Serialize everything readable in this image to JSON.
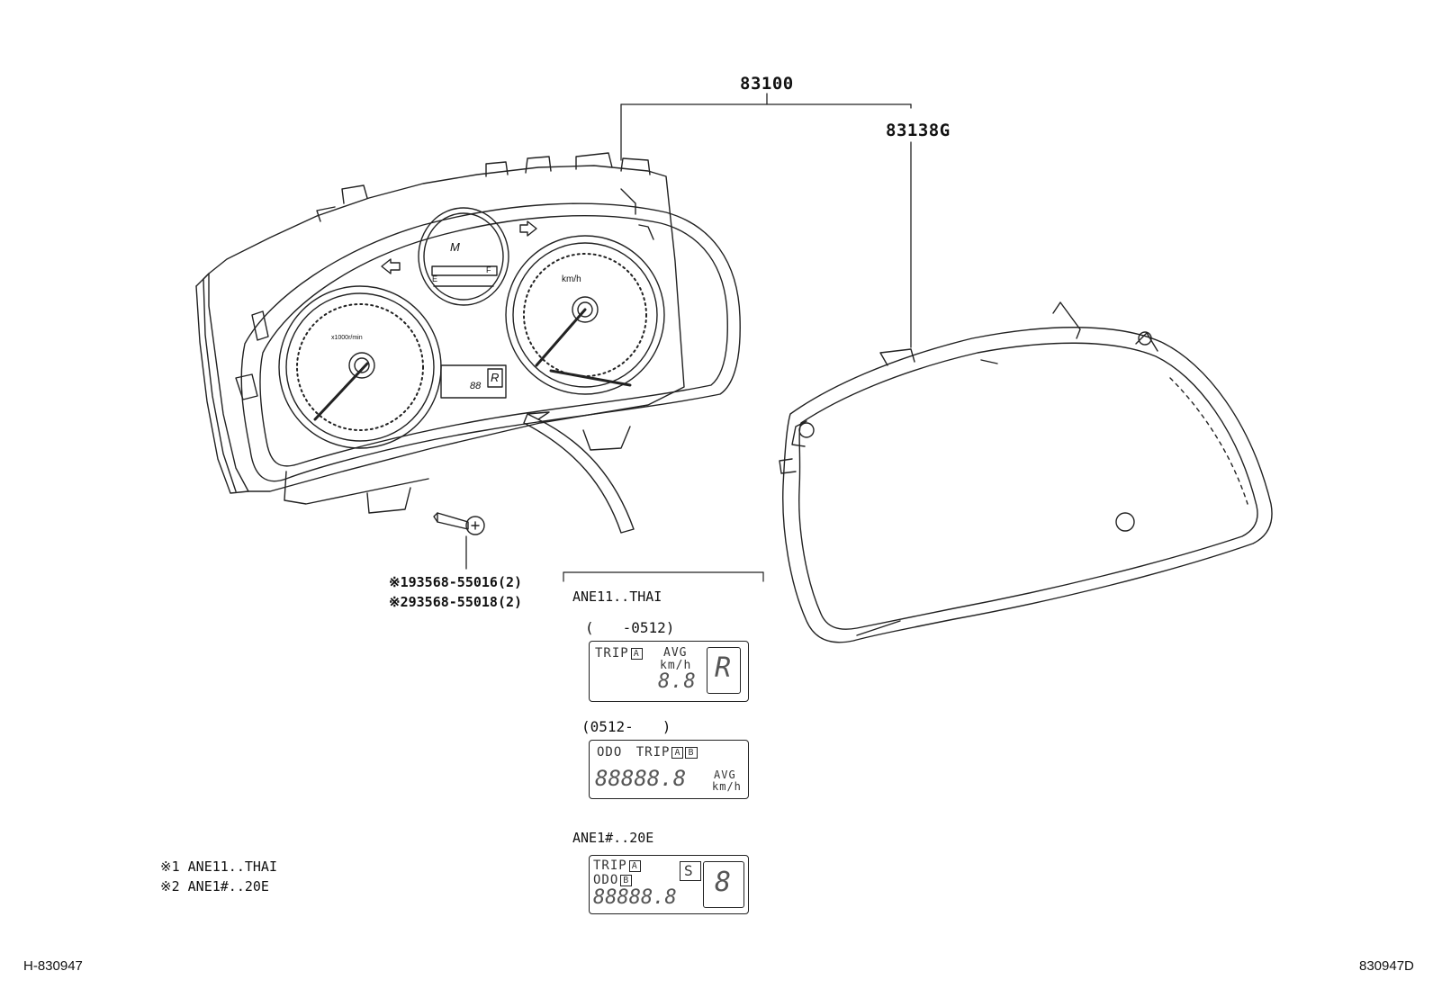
{
  "parts": {
    "assembly": "83100",
    "glass": "83138G"
  },
  "screw_labels": {
    "line1_mark": "※1",
    "line1_text": "93568-55016(2)",
    "line2_mark": "※2",
    "line2_text": "93568-55018(2)"
  },
  "variant_panel": {
    "title": "ANE11..THAI",
    "period1": "(　　-0512)",
    "period2": "(0512-　　)",
    "title2": "ANE1#..20E"
  },
  "lcd1": {
    "trip": "TRIP",
    "trip_tag": "A",
    "avg": "AVG",
    "unit": "km/h",
    "digits": "8.8",
    "gear": "R"
  },
  "lcd2": {
    "odo": "ODO",
    "trip": "TRIP",
    "tag_a": "A",
    "tag_b": "B",
    "digits": "88888.8",
    "avg": "AVG",
    "unit": "km/h"
  },
  "lcd3": {
    "trip": "TRIP",
    "tag_a": "A",
    "odo": "ODO",
    "tag_b": "B",
    "s": "S",
    "digits": "88888.8",
    "seg": "8"
  },
  "cluster_face": {
    "fuel_mark": "M",
    "fuel_e": "E",
    "fuel_f": "F",
    "tach_label": "x1000r/min",
    "speed_unit": "km/h",
    "mini_lcd": "88",
    "mini_gear": "R"
  },
  "legend": {
    "item1": "※1 ANE11..THAI",
    "item2": "※2 ANE1#..20E"
  },
  "refs": {
    "left": "H-830947",
    "right": "830947D"
  }
}
